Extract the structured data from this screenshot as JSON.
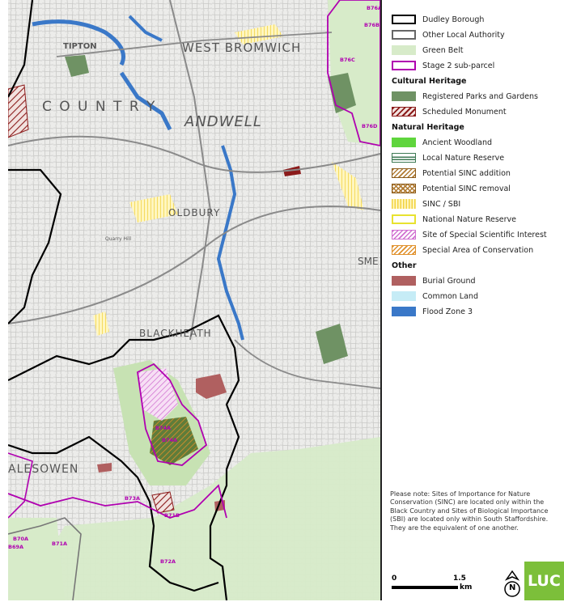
{
  "map": {
    "place_labels": {
      "tipton": "TIPTON",
      "west_bromwich": "WEST BROMWICH",
      "black_country": "C O U N T R Y",
      "sandwell": "ANDWELL",
      "oldbury": "OLDBURY",
      "blackheath": "BLACKHEATH",
      "halesowen": "ALESOWEN",
      "smethwick": "SME",
      "quarry_bank": "Quarry Hill"
    },
    "subparcels": {
      "b76a": "B76A",
      "b76b": "B76B",
      "b76c": "B76C",
      "b76d": "B76D",
      "b74a": "B74A",
      "b74b": "B74A",
      "b73a": "B73A",
      "b71b": "B71B",
      "b72a": "B72A",
      "b70a": "B70A",
      "b71a": "B71A",
      "b69a": "B69A"
    }
  },
  "legend": {
    "items_top": [
      {
        "label": "Dudley Borough",
        "icon": "black-outline"
      },
      {
        "label": "Other Local Authority",
        "icon": "grey-outline"
      },
      {
        "label": "Green Belt",
        "icon": "light-green-fill"
      },
      {
        "label": "Stage 2 sub-parcel",
        "icon": "magenta-outline"
      }
    ],
    "heading_cultural": "Cultural Heritage",
    "items_cultural": [
      {
        "label": "Registered Parks and Gardens",
        "icon": "dark-green-fill"
      },
      {
        "label": "Scheduled Monument",
        "icon": "red-hatch"
      }
    ],
    "heading_natural": "Natural Heritage",
    "items_natural": [
      {
        "label": "Ancient Woodland",
        "icon": "bright-green-fill"
      },
      {
        "label": "Local Nature Reserve",
        "icon": "green-stripe"
      },
      {
        "label": "Potential SINC addition",
        "icon": "brown-hatch"
      },
      {
        "label": "Potential SINC removal",
        "icon": "brown-crosshatch"
      },
      {
        "label": "SINC / SBI",
        "icon": "yellow-vertical-hatch"
      },
      {
        "label": "National Nature Reserve",
        "icon": "yellow-outline"
      },
      {
        "label": "Site of Special Scientific Interest",
        "icon": "magenta-hatch"
      },
      {
        "label": "Special Area of Conservation",
        "icon": "orange-hatch"
      }
    ],
    "heading_other": "Other",
    "items_other": [
      {
        "label": "Burial Ground",
        "icon": "brown-red-fill"
      },
      {
        "label": "Common Land",
        "icon": "pale-blue-fill"
      },
      {
        "label": "Flood Zone 3",
        "icon": "blue-fill"
      }
    ],
    "note": "Please note: Sites of Importance for Nature Conservation (SINC) are located only within the Black Country and Sites of Biological Importance (SBI) are located only within South Staffordshire. They are the equivalent of one another.",
    "scale": {
      "start": "0",
      "end": "1.5",
      "unit": "km"
    },
    "north": "N",
    "logo": "LUC"
  }
}
